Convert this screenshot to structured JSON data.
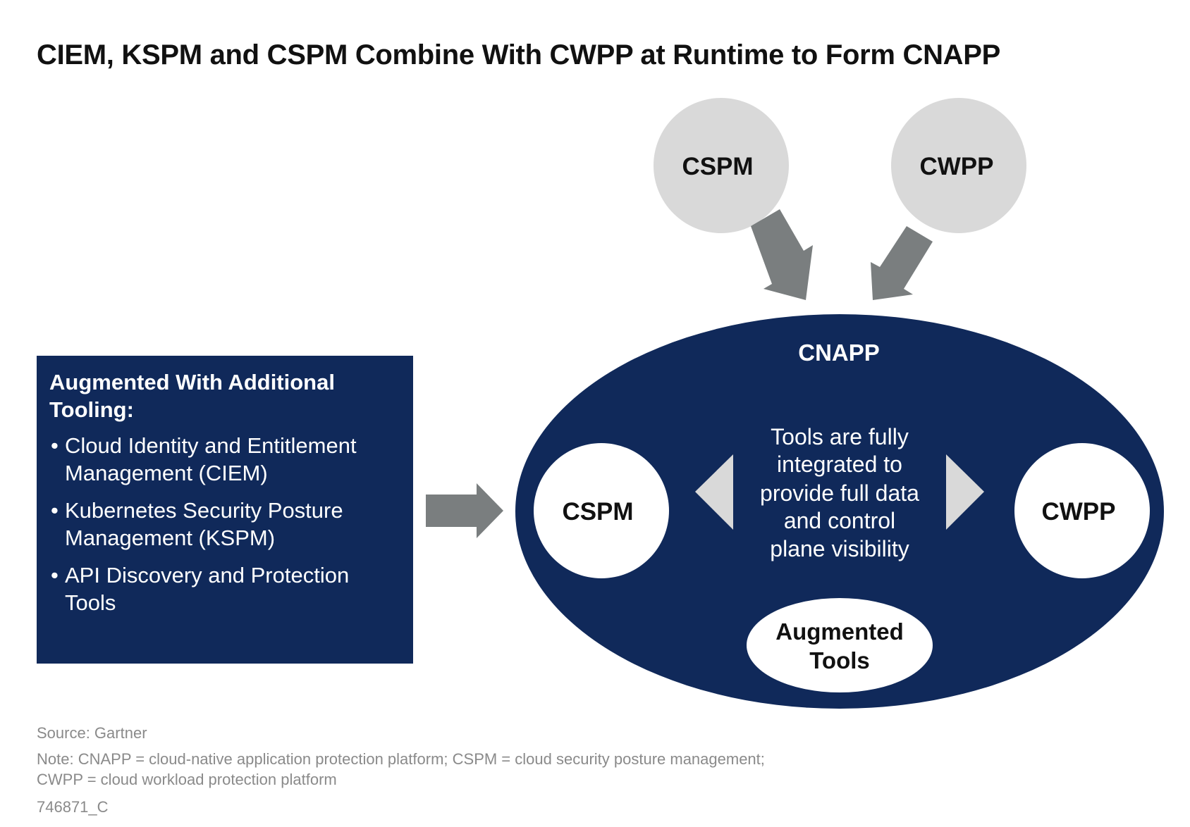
{
  "title": "CIEM, KSPM and CSPM Combine With CWPP at Runtime to Form CNAPP",
  "top_circles": {
    "left": "CSPM",
    "right": "CWPP"
  },
  "cnapp": {
    "label": "CNAPP",
    "left_circle": "CSPM",
    "right_circle": "CWPP",
    "center_text": [
      "Tools are fully",
      "integrated to",
      "provide full data",
      "and control",
      "plane visibility"
    ],
    "bottom_oval": [
      "Augmented",
      "Tools"
    ]
  },
  "side_box": {
    "heading": "Augmented With Additional Tooling:",
    "items": [
      "Cloud Identity and Entitlement Management (CIEM)",
      "Kubernetes Security Posture Management (KSPM)",
      "API Discovery and Protection Tools"
    ]
  },
  "footer": {
    "source": "Source: Gartner",
    "note_line1": "Note: CNAPP = cloud-native application protection platform; CSPM = cloud security posture management;",
    "note_line2": "CWPP = cloud workload protection platform",
    "id": "746871_C"
  },
  "colors": {
    "navy": "#10295a",
    "light_gray": "#d9d9d9",
    "arrow_gray": "#7a7e7f",
    "white": "#ffffff",
    "text_dark": "#111111",
    "note_gray": "#8a8a8a"
  }
}
